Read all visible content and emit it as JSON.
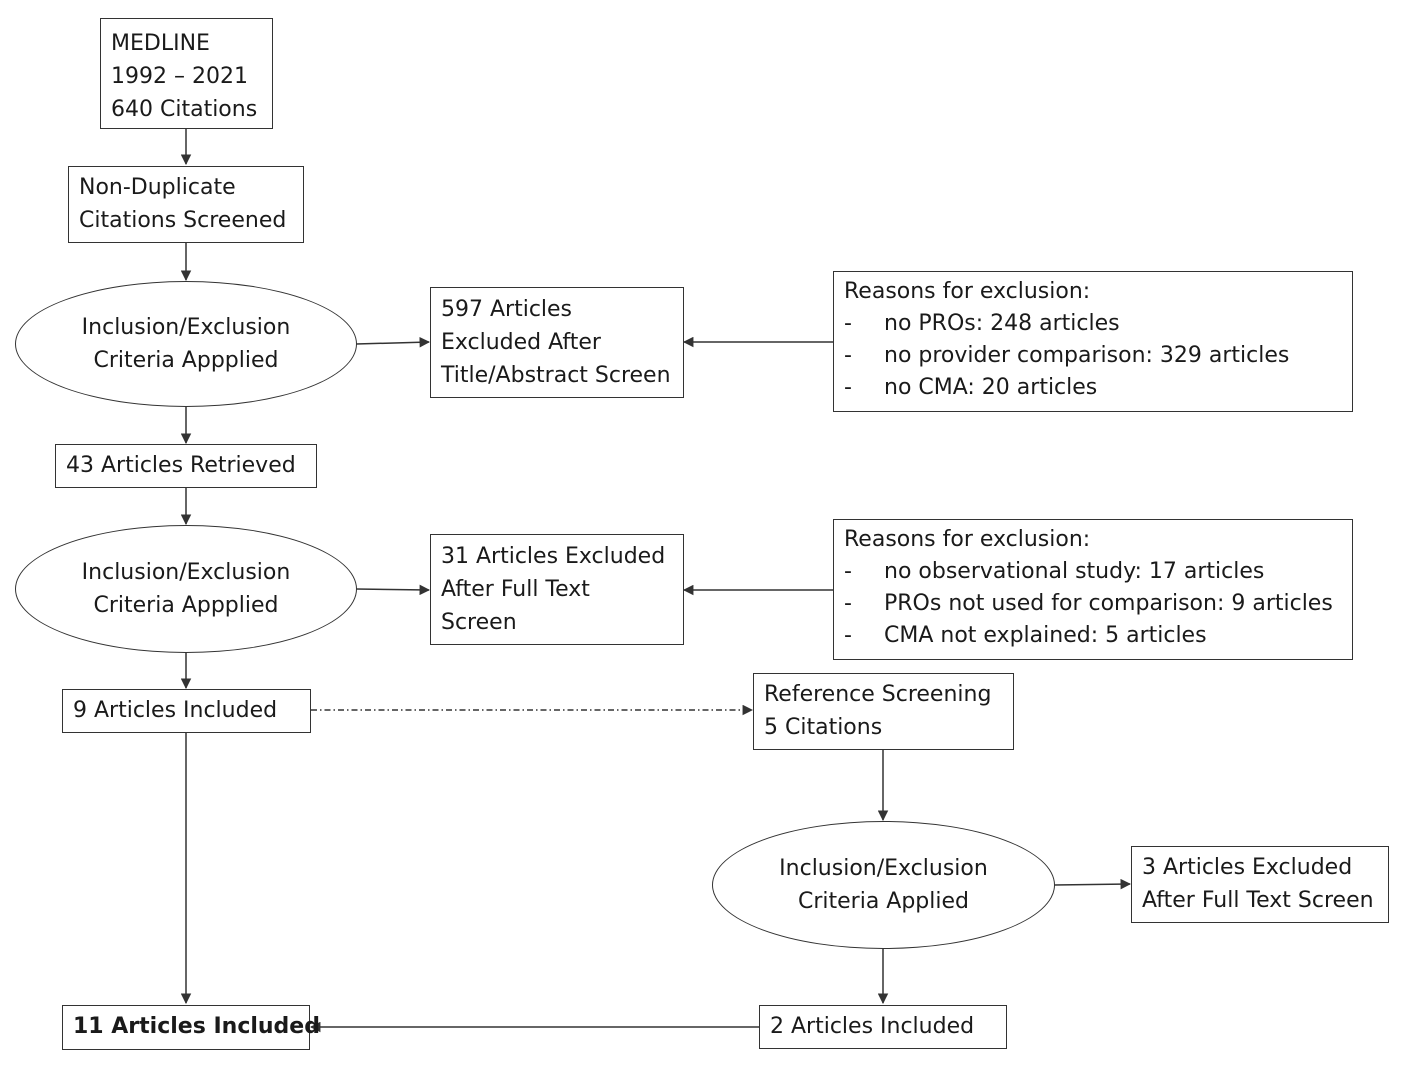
{
  "medline": {
    "lines": [
      "MEDLINE",
      "1992 – 2021",
      "640 Citations"
    ]
  },
  "nonduplicate": {
    "lines": [
      "Non-Duplicate",
      "Citations Screened"
    ]
  },
  "criteria1": {
    "lines": [
      "Inclusion/Exclusion",
      "Criteria Appplied"
    ]
  },
  "excluded1": {
    "lines": [
      "597 Articles",
      "Excluded After",
      "Title/Abstract Screen"
    ]
  },
  "reasons1": {
    "heading": "Reasons for exclusion:",
    "items": [
      {
        "dash": "-",
        "text": "no PROs: 248 articles"
      },
      {
        "dash": "-",
        "text": "no provider comparison: 329 articles"
      },
      {
        "dash": "-",
        "text": "no CMA:  20 articles"
      }
    ]
  },
  "retrieved": {
    "text": "43 Articles Retrieved"
  },
  "criteria2": {
    "lines": [
      "Inclusion/Exclusion",
      "Criteria Appplied"
    ]
  },
  "excluded2": {
    "lines": [
      "31 Articles Excluded",
      "After Full Text",
      "Screen"
    ]
  },
  "reasons2": {
    "heading": "Reasons for exclusion:",
    "items": [
      {
        "dash": "-",
        "text": "no observational study: 17 articles"
      },
      {
        "dash": "-",
        "text": "PROs not used for comparison: 9 articles"
      },
      {
        "dash": "-",
        "text": "CMA not explained:  5 articles"
      }
    ]
  },
  "included9": {
    "text": "9 Articles Included"
  },
  "reference": {
    "lines": [
      "Reference Screening",
      "5 Citations"
    ]
  },
  "criteria3": {
    "lines": [
      "Inclusion/Exclusion",
      "Criteria Applied"
    ]
  },
  "excluded3": {
    "lines": [
      "3 Articles Excluded",
      "After Full Text Screen"
    ]
  },
  "included2": {
    "text": "2 Articles Included"
  },
  "included11": {
    "text": "11 Articles Included"
  },
  "colors": {
    "stroke": "#333333",
    "text": "#1a1a1a",
    "background": "#ffffff"
  }
}
